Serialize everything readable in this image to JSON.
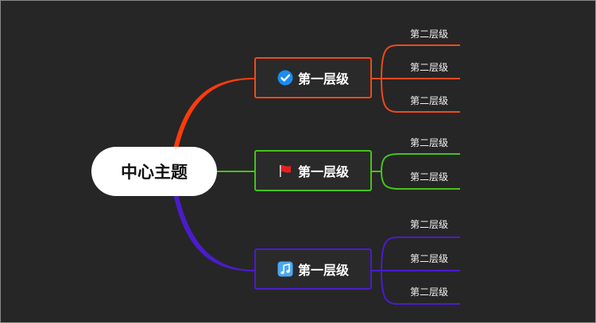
{
  "central_topic": {
    "label": "中心主题"
  },
  "branches": [
    {
      "label": "第一层级",
      "icon": "checkmark-circle-icon",
      "color": "#ee4a1c",
      "children": [
        "第二层级",
        "第二层级",
        "第二层级"
      ]
    },
    {
      "label": "第一层级",
      "icon": "red-flag-icon",
      "color": "#46c31c",
      "children": [
        "第二层级",
        "第二层级"
      ]
    },
    {
      "label": "第一层级",
      "icon": "music-note-icon",
      "color": "#4a1ccc",
      "children": [
        "第二层级",
        "第二层级",
        "第二层级"
      ]
    }
  ],
  "colors": {
    "background": "#262626",
    "central_fill": "#ffffff"
  }
}
